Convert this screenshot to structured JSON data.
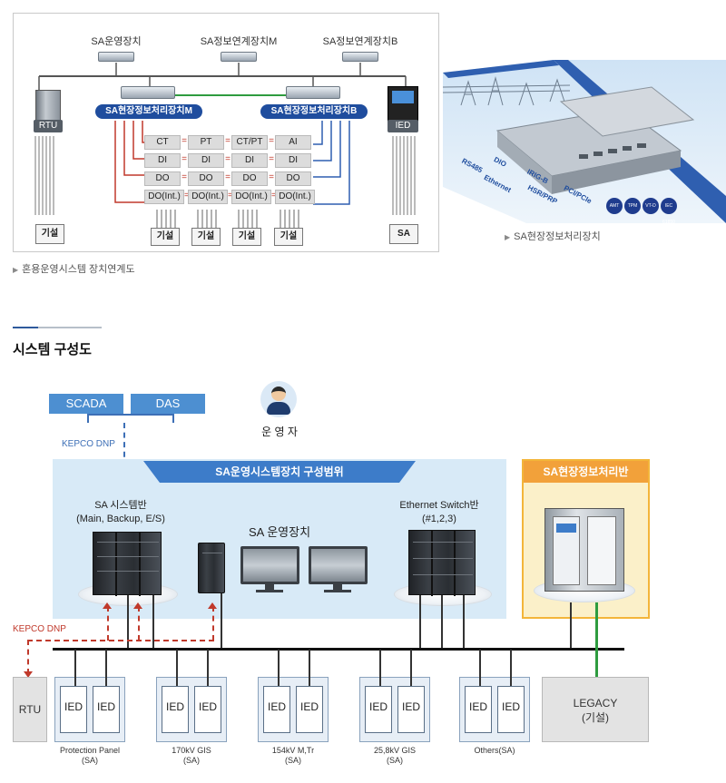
{
  "top_diagram": {
    "servers": [
      "SA운영장치",
      "SA정보연계장치M",
      "SA정보연계장치B"
    ],
    "rtu_label": "RTU",
    "ied_label": "IED",
    "processor_m": "SA현장정보처리장치M",
    "processor_b": "SA현장정보처리장치B",
    "grid": [
      [
        "CT",
        "PT",
        "CT/PT",
        "AI"
      ],
      [
        "DI",
        "DI",
        "DI",
        "DI"
      ],
      [
        "DO",
        "DO",
        "DO",
        "DO"
      ],
      [
        "DO(Int.)",
        "DO(Int.)",
        "DO(Int.)",
        "DO(Int.)"
      ]
    ],
    "bottom_boxes": [
      "기설",
      "기설",
      "기설",
      "기설",
      "기설",
      "SA"
    ],
    "caption": "혼용운영시스템 장치연계도"
  },
  "product": {
    "caption": "SA현장정보처리장치",
    "port_labels": [
      "RS485",
      "DIO",
      "Ethernet",
      "IRIG-B",
      "HSR/PRP",
      "PCI/PCIe"
    ],
    "badges": [
      "AMT",
      "TPM",
      "VT-D",
      "IEC 61850"
    ]
  },
  "system": {
    "title": "시스템 구성도",
    "scada": "SCADA",
    "das": "DAS",
    "kepco_dnp_top": "KEPCO DNP",
    "operator": "운 영 자",
    "sa_scope_banner": "SA운영시스템장치 구성범위",
    "field_banner": "SA현장정보처리반",
    "sa_system_panel": "SA 시스템반",
    "sa_system_panel_sub": "(Main, Backup, E/S)",
    "sa_operating": "SA 운영장치",
    "ethernet_switch": "Ethernet Switch반",
    "ethernet_switch_sub": "(#1,2,3)",
    "kepco_dnp_left": "KEPCO DNP",
    "rtu": "RTU",
    "legacy": "LEGACY",
    "legacy_sub": "(기설)",
    "ied": "IED",
    "panels": [
      {
        "name": "Protection Panel",
        "sub": "(SA)"
      },
      {
        "name": "170kV GIS",
        "sub": "(SA)"
      },
      {
        "name": "154kV M,Tr",
        "sub": "(SA)"
      },
      {
        "name": "25,8kV GIS",
        "sub": "(SA)"
      },
      {
        "name": "Others(SA)",
        "sub": ""
      }
    ]
  },
  "colors": {
    "navy": "#1f4d9e",
    "sky": "#4d8fd1",
    "zone": "#d8eaf7",
    "orange": "#f2a13a",
    "green_link": "#2e9c3f",
    "red_dash": "#c0392b"
  }
}
